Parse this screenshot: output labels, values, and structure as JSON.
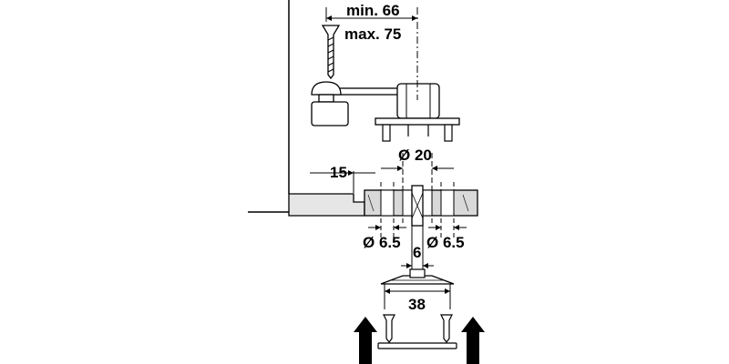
{
  "dimensions": {
    "min_length": "min. 66",
    "max_length": "max. 75",
    "side_offset": "15",
    "center_diameter": "Ø 20",
    "left_hole_diameter": "Ø 6.5",
    "right_hole_diameter": "Ø 6.5",
    "pin_width": "6",
    "plate_width": "38"
  },
  "colors": {
    "line": "#000000",
    "fill_light": "#e6e6e6",
    "fill_section": "#d9d9d9",
    "fill_white": "#ffffff"
  }
}
